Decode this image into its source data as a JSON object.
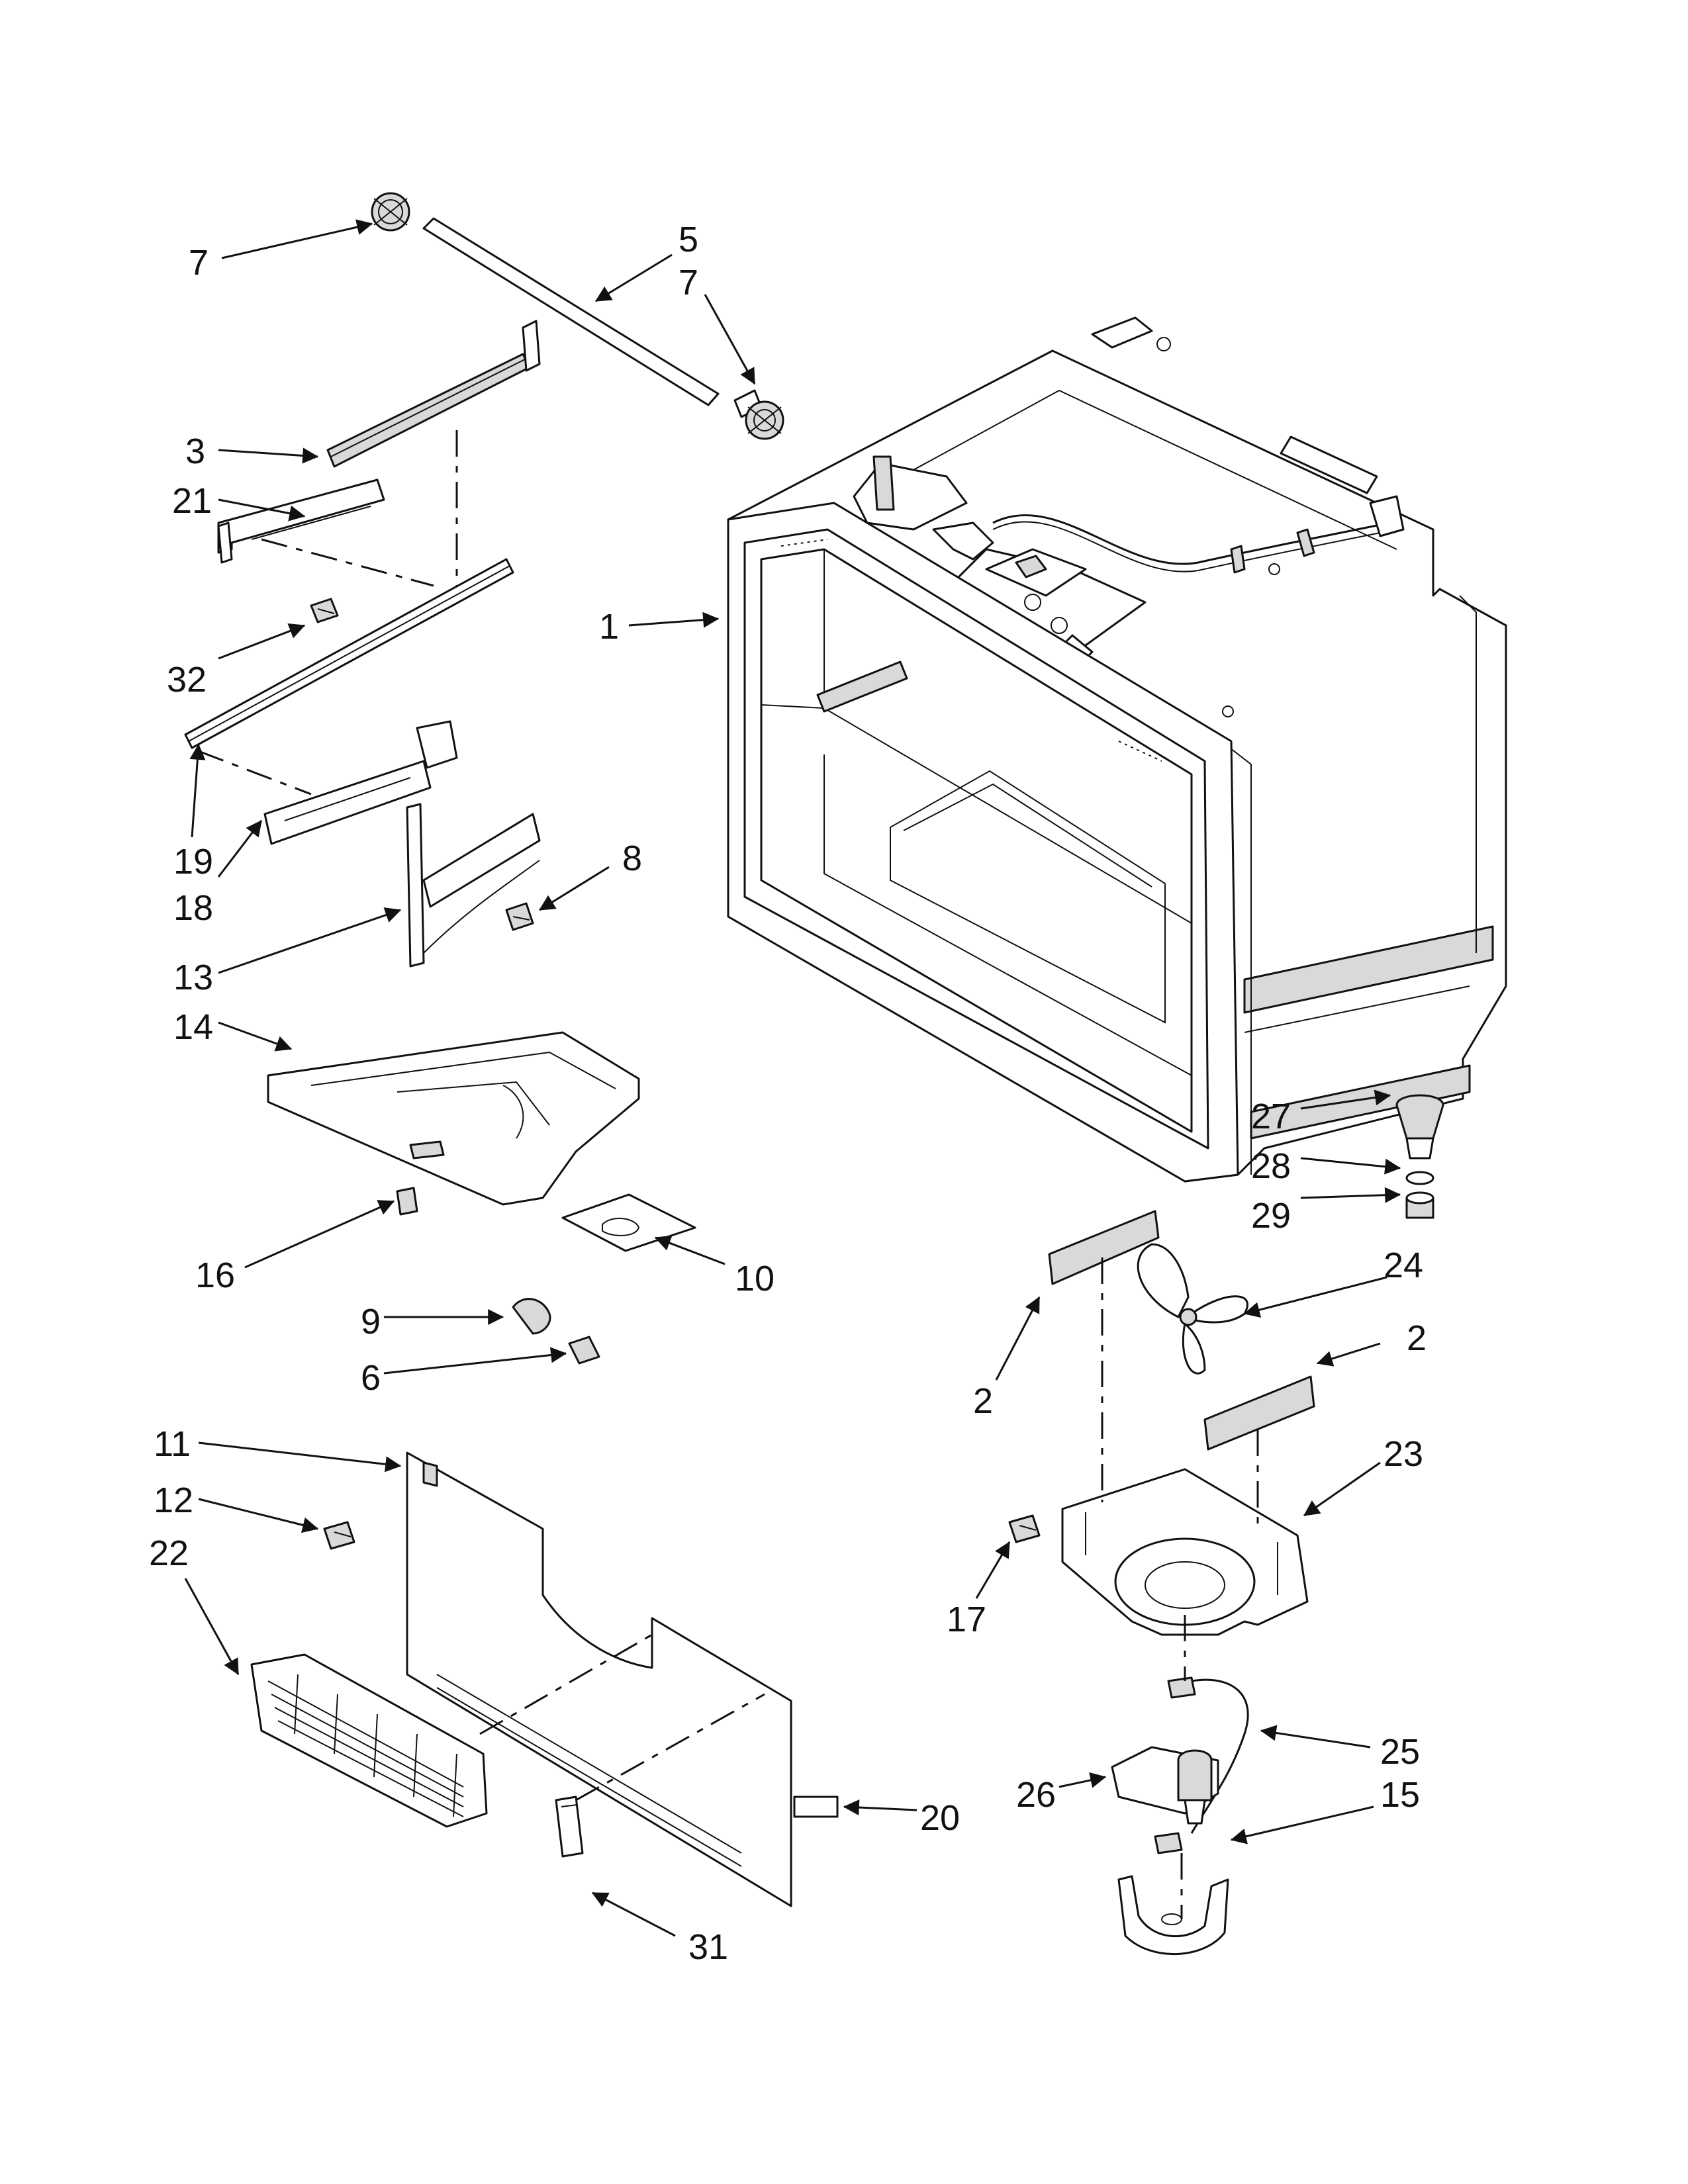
{
  "callouts": [
    {
      "id": "c7a",
      "text": "7"
    },
    {
      "id": "c5",
      "text": "5"
    },
    {
      "id": "c7b",
      "text": "7"
    },
    {
      "id": "c3",
      "text": "3"
    },
    {
      "id": "c21",
      "text": "21"
    },
    {
      "id": "c1",
      "text": "1"
    },
    {
      "id": "c32",
      "text": "32"
    },
    {
      "id": "c19",
      "text": "19"
    },
    {
      "id": "c18",
      "text": "18"
    },
    {
      "id": "c8",
      "text": "8"
    },
    {
      "id": "c13",
      "text": "13"
    },
    {
      "id": "c14",
      "text": "14"
    },
    {
      "id": "c27",
      "text": "27"
    },
    {
      "id": "c28",
      "text": "28"
    },
    {
      "id": "c29",
      "text": "29"
    },
    {
      "id": "c16",
      "text": "16"
    },
    {
      "id": "c10",
      "text": "10"
    },
    {
      "id": "c24",
      "text": "24"
    },
    {
      "id": "c9",
      "text": "9"
    },
    {
      "id": "c2a",
      "text": "2"
    },
    {
      "id": "c2b",
      "text": "2"
    },
    {
      "id": "c6",
      "text": "6"
    },
    {
      "id": "c23",
      "text": "23"
    },
    {
      "id": "c11",
      "text": "11"
    },
    {
      "id": "c12",
      "text": "12"
    },
    {
      "id": "c22",
      "text": "22"
    },
    {
      "id": "c17",
      "text": "17"
    },
    {
      "id": "c25",
      "text": "25"
    },
    {
      "id": "c26",
      "text": "26"
    },
    {
      "id": "c20",
      "text": "20"
    },
    {
      "id": "c15",
      "text": "15"
    },
    {
      "id": "c31",
      "text": "31"
    }
  ]
}
